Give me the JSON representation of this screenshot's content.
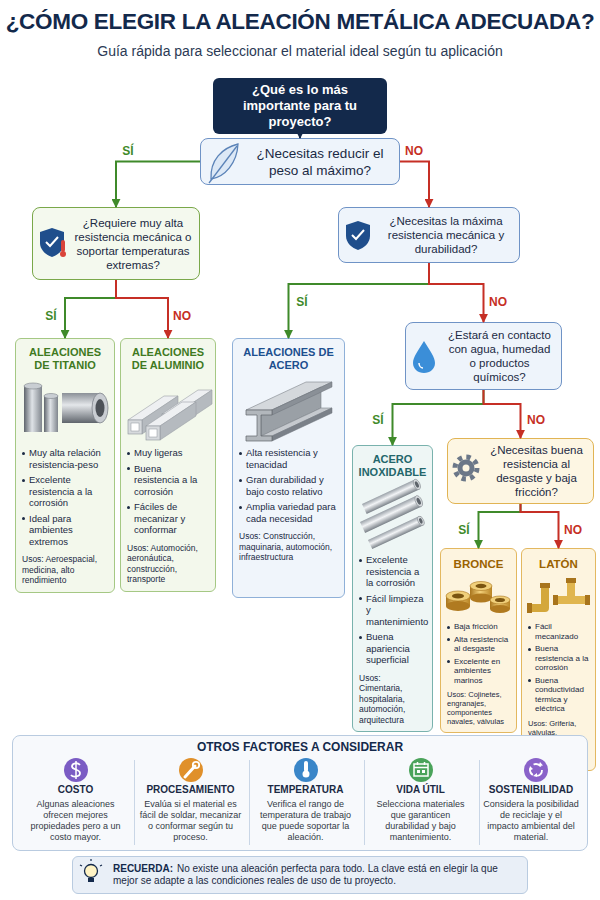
{
  "diagram": {
    "title": "¿CÓMO ELEGIR LA ALEACIÓN METÁLICA ADECUADA?",
    "nodes": [
      {
        "text": [
          "¿Qué es lo más importante para tu proyecto?"
        ]
      },
      {
        "text": [
          "¿Necesitas reducir el peso al máximo?"
        ]
      },
      {
        "text": [
          "¿Requiere muy alta resistencia mecánica o soportar temperaturas extremas?"
        ]
      },
      {
        "text": [
          "¿Necesitas la máxima resistencia mecánica y durabilidad?"
        ]
      },
      {
        "text": [
          "ALEACIONES DE TITANIO",
          "Muy alta relación resistencia-peso",
          "Excelente resistencia a la corrosión",
          "Ideal para ambientes extremos",
          "Usos: Aeroespacial, medicina, alto rendimiento"
        ]
      },
      {
        "text": [
          "ALEACIONES DE ALUMINIO",
          "Muy ligeras",
          "Buena resistencia a la corrosión",
          "Fáciles de mecanizar y conformar",
          "Usos: Automoción, aeronáutica, construcción, transporte"
        ]
      },
      {
        "text": [
          "ALEACIONES DE ACERO",
          "Alta resistencia y tenacidad",
          "Gran durabilidad y bajo costo relativo",
          "Amplia variedad para cada necesidad",
          "Usos: Construcción, maquinaria, automoción, infraestructura"
        ]
      },
      {
        "text": [
          "¿Estará en contacto con agua, humedad o productos químicos?"
        ]
      },
      {
        "text": [
          "ACERO INOXIDABLE",
          "Excelente resistencia a la corrosión",
          "Fácil limpieza y mantenimiento",
          "Buena apariencia superficial",
          "Usos: Cimentaria, hospitalaria, automoción, arquitectura"
        ]
      },
      {
        "text": [
          "¿Necesitas buena resistencia al desgaste y baja fricción?"
        ]
      },
      {
        "text": [
          "BRONCE",
          "Baja fricción",
          "Alta resistencia al desgaste",
          "Excelente en ambientes marinos",
          "Usos: Cojinetes, engranajes, componentes navales, válvulas"
        ]
      },
      {
        "text": [
          "LATÓN",
          "Fácil mecanizado",
          "Buena resistencia a la corrosión",
          "Buena conductividad térmica y eléctrica",
          "Usos: Grifería, válvulas, conectores, instrumentos musicales"
        ]
      },
      {
        "text": [
          "OTROS FACTORES A CONSIDERAR"
        ]
      },
      {
        "text": [
          "COSTO",
          "Algunas aleaciones ofrecen mejores propiedades pero a un costo mayor."
        ],
        "in": 12
      },
      {
        "text": [
          "PROCESAMIENTO",
          "Evalúa si el material es fácil de soldar, mecanizar o conformar según tu proceso."
        ],
        "in": 12
      },
      {
        "text": [
          "TEMPERATURA",
          "Verifica el rango de temperatura de trabajo que puede soportar la aleación."
        ],
        "in": 12
      },
      {
        "text": [
          "VIDA ÚTIL",
          "Selecciona materiales que garanticen durabilidad y bajo mantenimiento."
        ],
        "in": 12
      },
      {
        "text": [
          "SOSTENIBILIDAD",
          "Considera la posibilidad de reciclaje y el impacto ambiental del material."
        ],
        "in": 12
      },
      {
        "text": [
          "RECUERDA:",
          "No existe una aleación perfecta para todo. La clave está en elegir la que mejor se adapte a las condiciones reales de uso de tu proyecto."
        ]
      }
    ],
    "edges": [
      {
        "from": 0,
        "to": 1,
        "arrow": "to"
      },
      {
        "from": 1,
        "to": 2,
        "label": "SÍ",
        "arrow": "to"
      },
      {
        "from": 1,
        "to": 3,
        "label": "NO",
        "arrow": "to"
      },
      {
        "from": 2,
        "to": 4,
        "label": "SÍ",
        "arrow": "to"
      },
      {
        "from": 2,
        "to": 5,
        "label": "NO",
        "arrow": "to"
      },
      {
        "from": 3,
        "to": 6,
        "label": "SÍ",
        "arrow": "to"
      },
      {
        "from": 3,
        "to": 7,
        "label": "NO",
        "arrow": "to"
      },
      {
        "from": 7,
        "to": 8,
        "label": "SÍ",
        "arrow": "to"
      },
      {
        "from": 7,
        "to": 9,
        "label": "NO",
        "arrow": "to"
      },
      {
        "from": 9,
        "to": 10,
        "label": "SÍ",
        "arrow": "to"
      },
      {
        "from": 9,
        "to": 11,
        "label": "NO",
        "arrow": "to"
      }
    ],
    "labels": [
      "Guía rápida para seleccionar el material ideal según tu aplicación"
    ]
  }
}
